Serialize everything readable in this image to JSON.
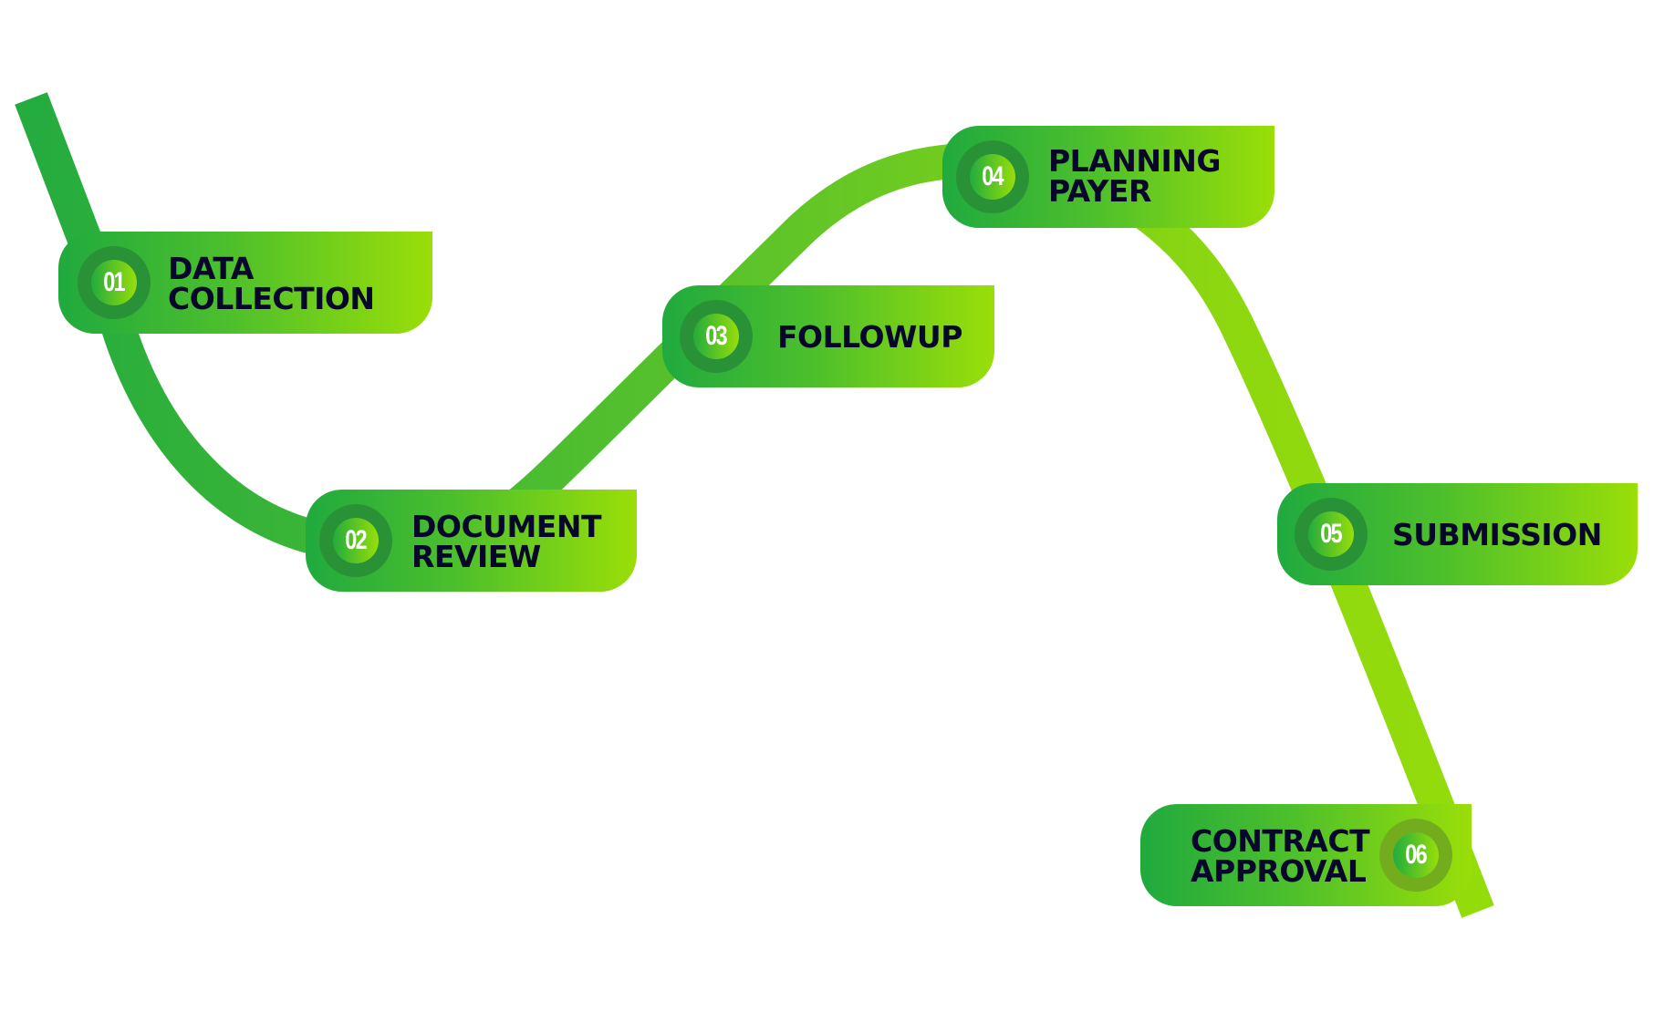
{
  "diagram": {
    "type": "process-flow",
    "colors": {
      "path_start": "#22ab3f",
      "path_end": "#9ade08",
      "card_start": "#20aa3e",
      "card_end": "#9ade08",
      "badge_ring": "#2a9236",
      "badge_ring_last": "#73ad1e",
      "label_text": "#07072c",
      "number_text": "#ffffff"
    },
    "steps": [
      {
        "number": "01",
        "lines": [
          "DATA",
          "COLLECTION"
        ]
      },
      {
        "number": "02",
        "lines": [
          "DOCUMENT",
          "REVIEW"
        ]
      },
      {
        "number": "03",
        "lines": [
          "FOLLOWUP"
        ]
      },
      {
        "number": "04",
        "lines": [
          "PLANNING",
          "PAYER"
        ]
      },
      {
        "number": "05",
        "lines": [
          "SUBMISSION"
        ]
      },
      {
        "number": "06",
        "lines": [
          "CONTRACT",
          "APPROVAL"
        ]
      }
    ]
  }
}
